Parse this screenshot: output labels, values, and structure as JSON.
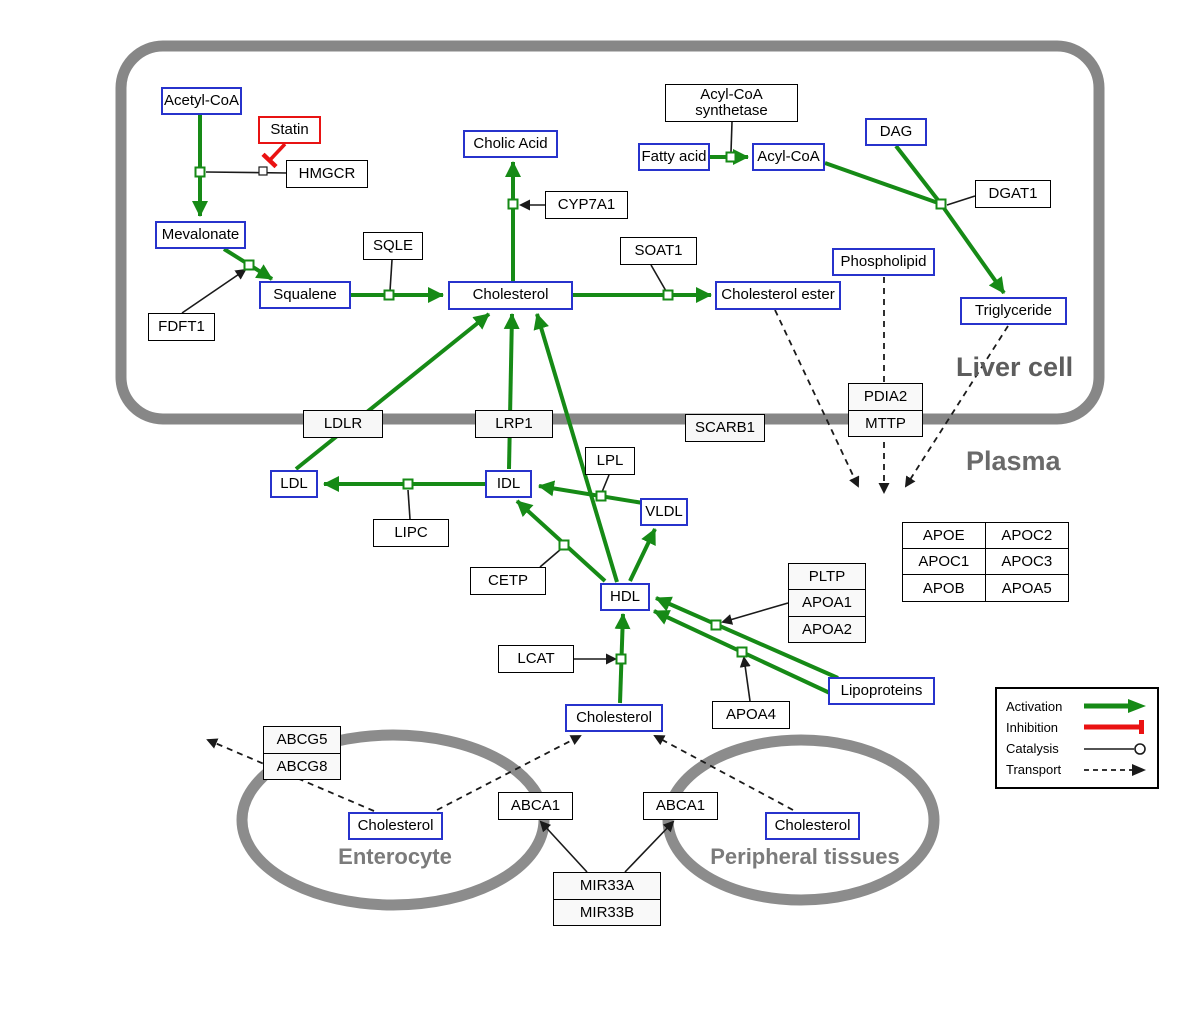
{
  "compartments": {
    "liver": "Liver cell",
    "plasma": "Plasma",
    "enterocyte": "Enterocyte",
    "peripheral": "Peripheral tissues"
  },
  "metabolites": {
    "acetyl_coa": "Acetyl-CoA",
    "mevalonate": "Mevalonate",
    "squalene": "Squalene",
    "cholic_acid": "Cholic Acid",
    "cholesterol_liver": "Cholesterol",
    "cholesterol_ester": "Cholesterol ester",
    "fatty_acid": "Fatty acid",
    "acyl_coa": "Acyl-CoA",
    "dag": "DAG",
    "phospholipid": "Phospholipid",
    "triglyceride": "Triglyceride",
    "ldl": "LDL",
    "idl": "IDL",
    "vldl": "VLDL",
    "hdl": "HDL",
    "cholesterol_plasma": "Cholesterol",
    "lipoproteins": "Lipoproteins",
    "cholesterol_enterocyte": "Cholesterol",
    "cholesterol_peripheral": "Cholesterol"
  },
  "drugs": {
    "statin": "Statin"
  },
  "genes": {
    "hmgcr": "HMGCR",
    "sqle": "SQLE",
    "fdft1": "FDFT1",
    "cyp7a1": "CYP7A1",
    "soat1": "SOAT1",
    "acs_line1": "Acyl-CoA",
    "acs_line2": "synthetase",
    "dgat1": "DGAT1",
    "ldlr": "LDLR",
    "lrp1": "LRP1",
    "scarb1": "SCARB1",
    "pdia2": "PDIA2",
    "mttp": "MTTP",
    "lipc": "LIPC",
    "lpl": "LPL",
    "cetp": "CETP",
    "lcat": "LCAT",
    "apoa4": "APOA4",
    "pltp": "PLTP",
    "apoa1": "APOA1",
    "apoa2": "APOA2",
    "abcg5": "ABCG5",
    "abcg8": "ABCG8",
    "abca1_enterocyte": "ABCA1",
    "abca1_peripheral": "ABCA1",
    "mir33a": "MIR33A",
    "mir33b": "MIR33B"
  },
  "apolipoprotein_table": {
    "cells": [
      "APOE",
      "APOC2",
      "APOC1",
      "APOC3",
      "APOB",
      "APOA5"
    ]
  },
  "legend": {
    "activation": "Activation",
    "inhibition": "Inhibition",
    "catalysis": "Catalysis",
    "transport": "Transport"
  },
  "colors": {
    "metabolite_border": "#2733cc",
    "gene_border": "#000000",
    "activation_green": "#168a16",
    "inhibition_red": "#ea1212",
    "membrane_gray": "#878787",
    "compartment_label_gray": "#6a6a6a"
  }
}
